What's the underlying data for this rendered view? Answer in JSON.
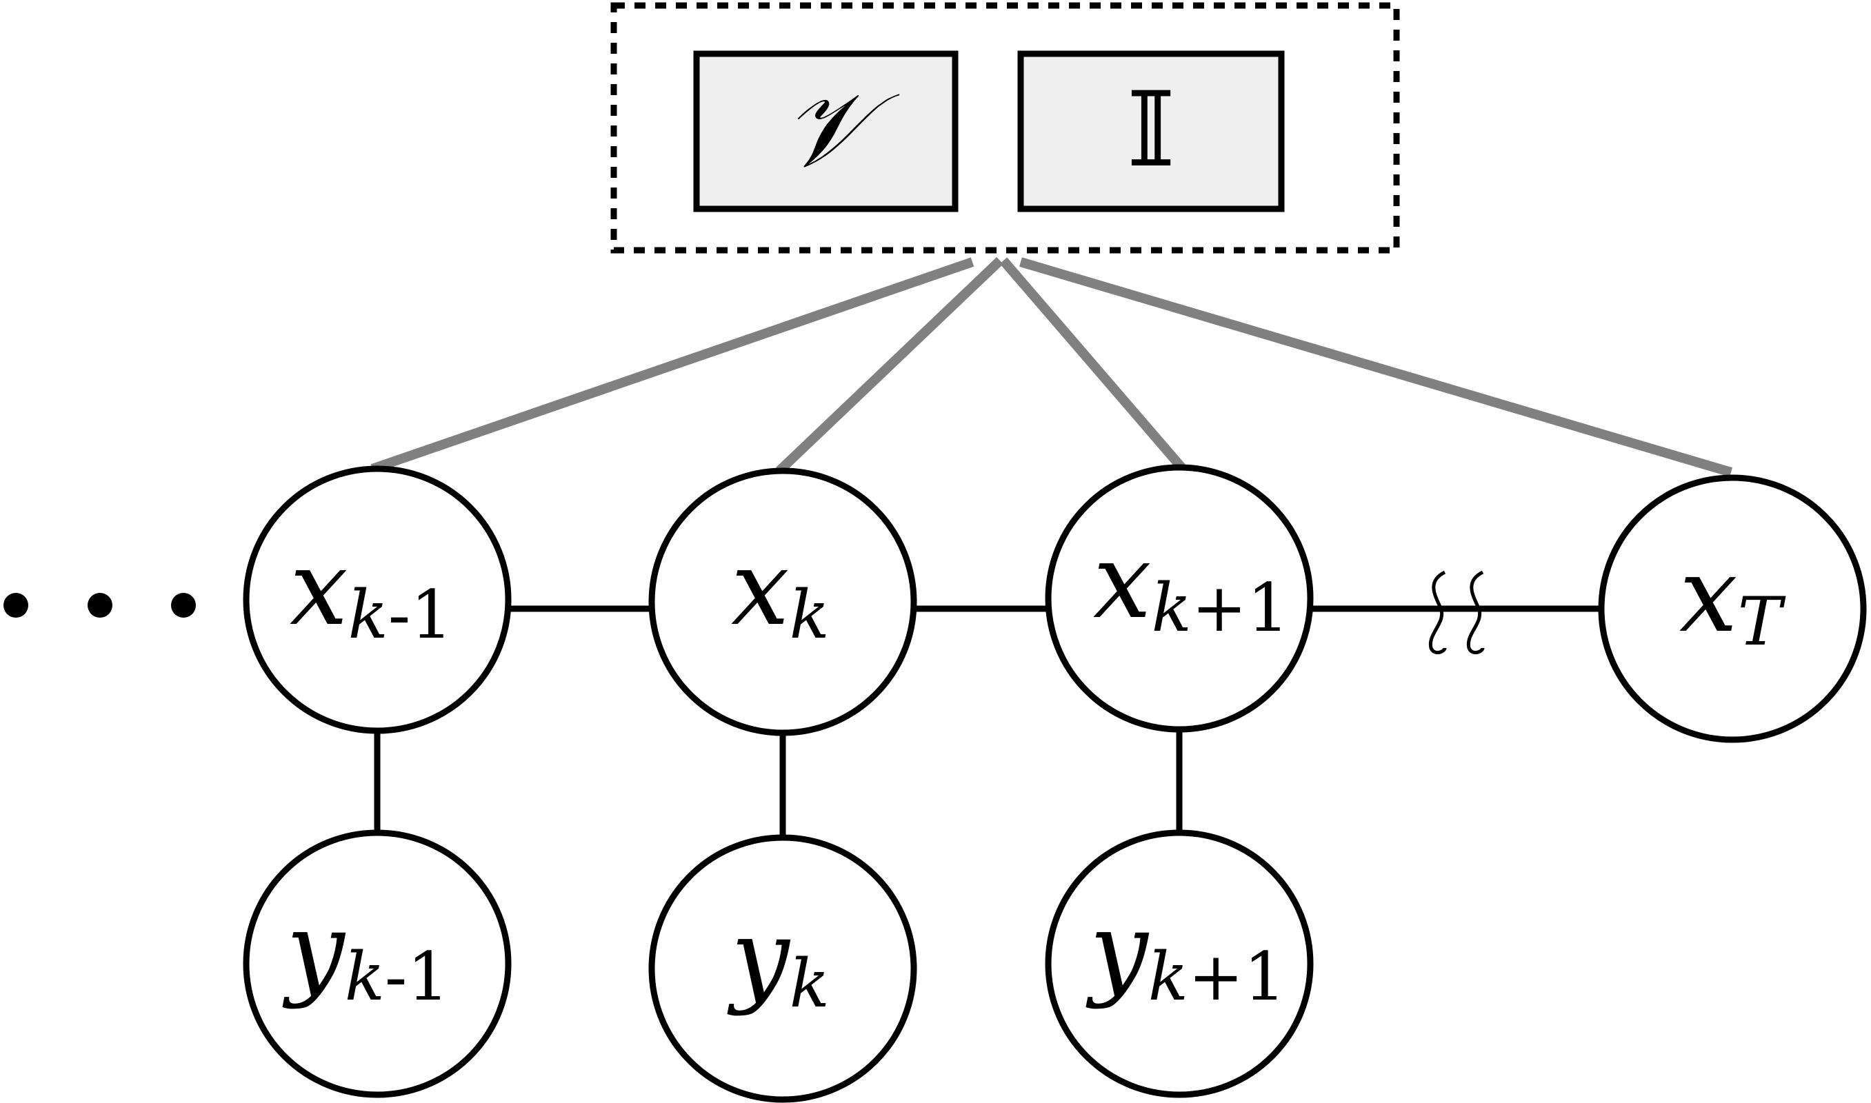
{
  "factors": [
    {
      "id": "V",
      "label": "𝒱"
    },
    {
      "id": "I",
      "label": "𝕀"
    }
  ],
  "hidden_nodes": [
    {
      "id": "x_km1",
      "main": "x",
      "sub_var": "k",
      "sub_rest": "-1"
    },
    {
      "id": "x_k",
      "main": "x",
      "sub_var": "k",
      "sub_rest": ""
    },
    {
      "id": "x_kp1",
      "main": "x",
      "sub_var": "k",
      "sub_rest": "+1"
    },
    {
      "id": "x_T",
      "main": "x",
      "sub_var": "T",
      "sub_rest": ""
    }
  ],
  "observed_nodes": [
    {
      "id": "y_km1",
      "main": "y",
      "sub_var": "k",
      "sub_rest": "-1"
    },
    {
      "id": "y_k",
      "main": "y",
      "sub_var": "k",
      "sub_rest": ""
    },
    {
      "id": "y_kp1",
      "main": "y",
      "sub_var": "k",
      "sub_rest": "+1"
    }
  ],
  "edges": {
    "chain": [
      [
        "x_km1",
        "x_k"
      ],
      [
        "x_k",
        "x_kp1"
      ],
      [
        "x_kp1",
        "x_T"
      ]
    ],
    "emission": [
      [
        "x_km1",
        "y_km1"
      ],
      [
        "x_k",
        "y_k"
      ],
      [
        "x_kp1",
        "y_kp1"
      ]
    ],
    "factor_links": [
      "x_km1",
      "x_k",
      "x_kp1",
      "x_T"
    ]
  },
  "ellipsis": "• • •",
  "colors": {
    "factor_fill": "#efefef",
    "factor_link": "#808080",
    "stroke": "#000000"
  }
}
